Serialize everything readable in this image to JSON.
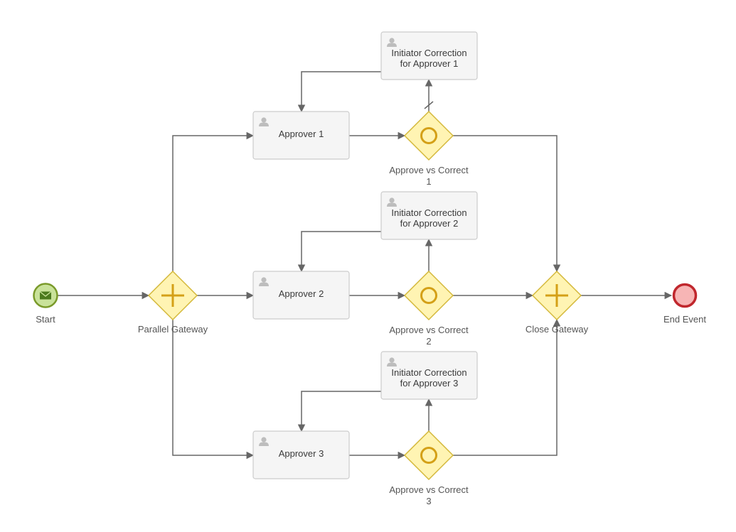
{
  "diagram": {
    "start": {
      "label": "Start"
    },
    "parallel_gateway": {
      "label": "Parallel Gateway"
    },
    "close_gateway": {
      "label": "Close Gateway"
    },
    "end": {
      "label": "End Event"
    },
    "approvers": [
      {
        "task_label": "Approver 1",
        "correction_lines": [
          "Initiator Correction",
          "for Approver 1"
        ],
        "decision_lines": [
          "Approve vs Correct",
          "1"
        ]
      },
      {
        "task_label": "Approver 2",
        "correction_lines": [
          "Initiator Correction",
          "for Approver 2"
        ],
        "decision_lines": [
          "Approve vs Correct",
          "2"
        ]
      },
      {
        "task_label": "Approver 3",
        "correction_lines": [
          "Initiator Correction",
          "for Approver 3"
        ],
        "decision_lines": [
          "Approve vs Correct",
          "3"
        ]
      }
    ]
  },
  "colors": {
    "gateway_fill": "#fff4b3",
    "gateway_stroke": "#d4b83a",
    "gateway_marker": "#d4a017",
    "start_fill": "#c9e29a",
    "start_stroke": "#7a9a2a",
    "end_fill": "#f7b5b5",
    "end_stroke": "#c0272d",
    "task_fill": "#f5f5f5",
    "task_stroke": "#cccccc"
  }
}
